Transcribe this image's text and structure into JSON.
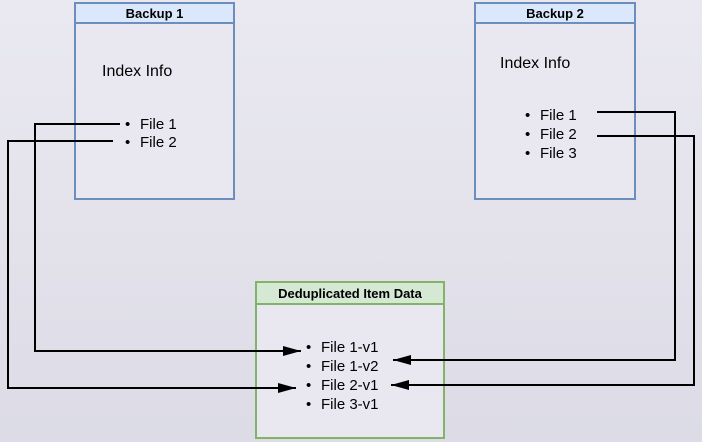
{
  "glyphs": {
    "bullet": "•"
  },
  "diagram": {
    "type": "backup-deduplication-diagram",
    "backup1": {
      "title": "Backup 1",
      "subtitle": "Index Info",
      "files": [
        "File 1",
        "File 2"
      ]
    },
    "backup2": {
      "title": "Backup 2",
      "subtitle": "Index Info",
      "files": [
        "File 1",
        "File 2",
        "File 3"
      ]
    },
    "dedup": {
      "title": "Deduplicated Item Data",
      "items": [
        "File 1-v1",
        "File 1-v2",
        "File 2-v1",
        "File 3-v1"
      ]
    },
    "edges": [
      {
        "from": "Backup 1 / File 1",
        "to": "Deduplicated Item Data / File 1-v1",
        "side": "left"
      },
      {
        "from": "Backup 1 / File 2",
        "to": "Deduplicated Item Data / File 2-v1",
        "side": "left"
      },
      {
        "from": "Backup 2 / File 1",
        "to": "Deduplicated Item Data / File 1-v2",
        "side": "right"
      },
      {
        "from": "Backup 2 / File 2",
        "to": "Deduplicated Item Data / File 2-v1",
        "side": "right"
      }
    ],
    "colors": {
      "backup_header_fill": "#dbe8fc",
      "backup_border": "#6c8ebf",
      "dedup_header_fill": "#d5e8d4",
      "dedup_border": "#82b366",
      "connector": "#000000",
      "canvas": "#e3e2eb"
    }
  }
}
